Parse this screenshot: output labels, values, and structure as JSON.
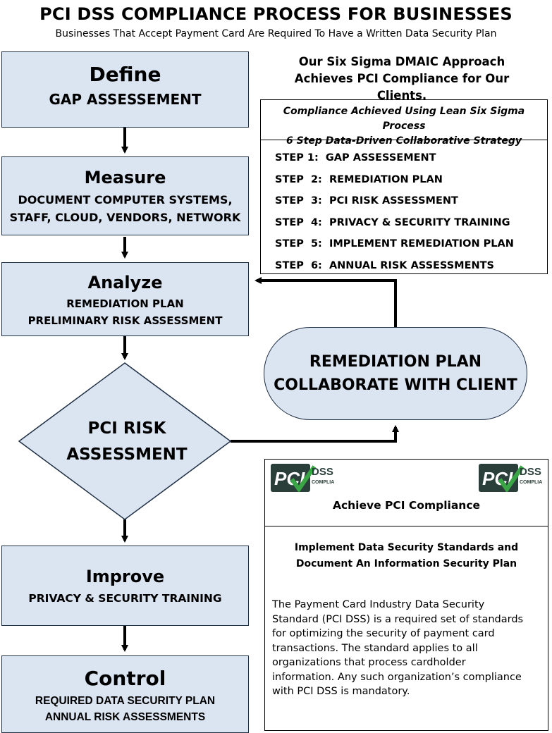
{
  "title": "PCI DSS COMPLIANCE PROCESS FOR BUSINESSES",
  "subtitle": "Businesses That Accept Payment Card Are Required To Have a Written Data Security Plan",
  "steps_flow": {
    "define": {
      "heading": "Define",
      "lines": [
        "GAP ASSESSEMENT"
      ]
    },
    "measure": {
      "heading": "Measure",
      "lines": [
        "DOCUMENT COMPUTER SYSTEMS,",
        "STAFF, CLOUD, VENDORS, NETWORK"
      ]
    },
    "analyze": {
      "heading": "Analyze",
      "lines": [
        "REMEDIATION PLAN",
        "PRELIMINARY RISK ASSESSMENT"
      ]
    },
    "decision": {
      "lines": [
        "PCI RISK",
        "ASSESSMENT"
      ]
    },
    "improve": {
      "heading": "Improve",
      "lines": [
        "PRIVACY & SECURITY TRAINING"
      ]
    },
    "control": {
      "heading": "Control",
      "lines": [
        "REQUIRED DATA SECURITY PLAN",
        "ANNUAL RISK ASSESSMENTS"
      ]
    }
  },
  "remediation_node": {
    "lines": [
      "REMEDIATION PLAN",
      "COLLABORATE WITH CLIENT"
    ]
  },
  "intro": {
    "lines": [
      "Our Six Sigma DMAIC Approach",
      "Achieves PCI Compliance for Our Clients."
    ]
  },
  "steps_box": {
    "header": [
      "Compliance Achieved Using Lean Six Sigma Process",
      "6 Step Data-Driven Collaborative Strategy"
    ],
    "items": [
      "STEP 1:  GAP ASSESSEMENT",
      "STEP  2:  REMEDIATION PLAN",
      "STEP  3:  PCI RISK ASSESSMENT",
      "STEP  4:  PRIVACY & SECURITY TRAINING",
      "STEP  5:  IMPLEMENT REMEDIATION PLAN",
      "STEP  6:  ANNUAL RISK ASSESSMENTS"
    ]
  },
  "info_box": {
    "logo": {
      "brand": "PCI",
      "dss": "DSS",
      "tag": "COMPLIANT"
    },
    "title": "Achieve PCI Compliance",
    "subheading": [
      "Implement Data Security Standards and",
      "Document An Information Security Plan"
    ],
    "body": [
      "The Payment Card Industry Data Security",
      "Standard (PCI DSS) is a required set of standards",
      "for optimizing the security of payment card",
      "transactions. The standard applies to all",
      "organizations that process cardholder",
      "information. Any such organization’s compliance",
      "with PCI DSS is mandatory."
    ]
  },
  "colors": {
    "box_fill": "#dbe4f1",
    "box_stroke": "#1f2f44",
    "logo_green": "#2e8b3a",
    "logo_dark": "#2a3f3a"
  }
}
